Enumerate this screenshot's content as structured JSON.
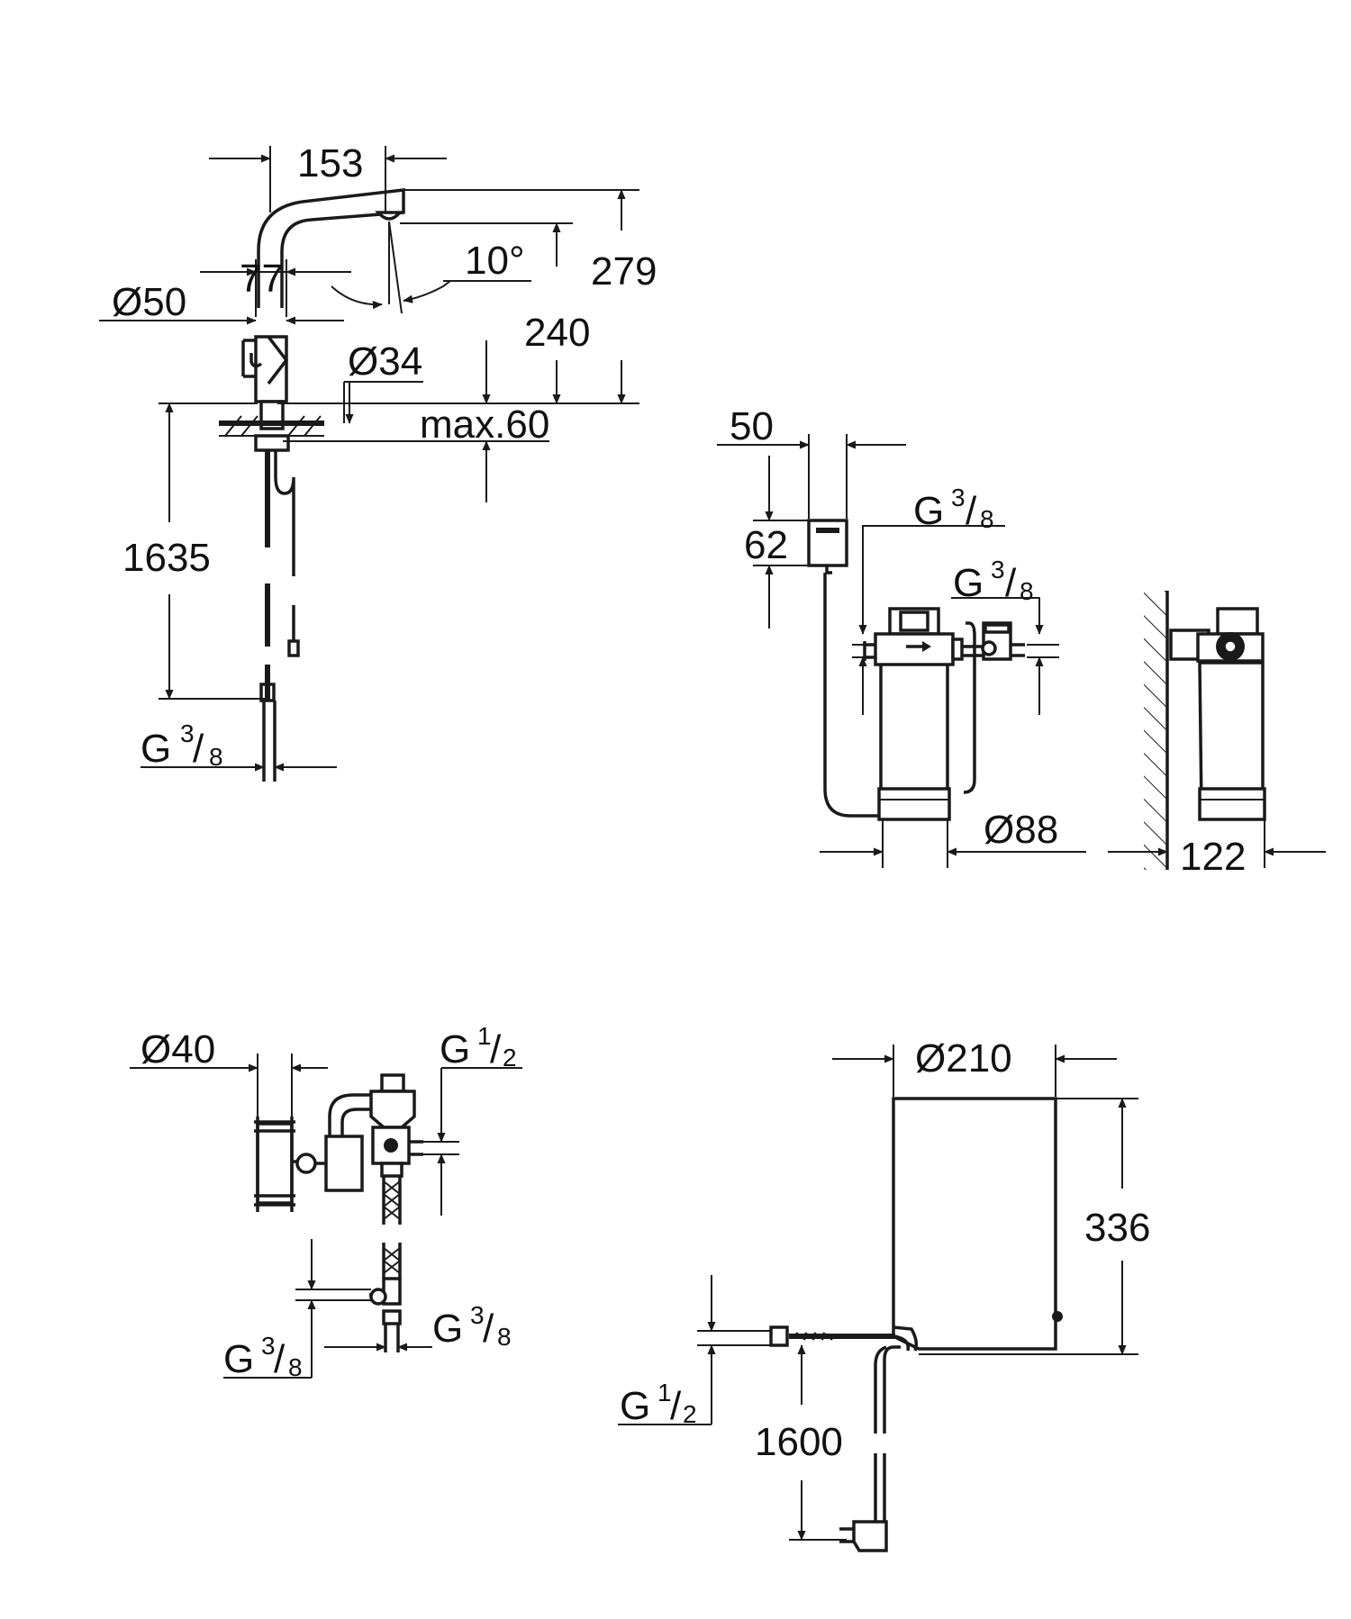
{
  "faucet": {
    "spout_reach": "153",
    "height_total": "279",
    "spout_height": "240",
    "swivel_angle": "10°",
    "body_width": "77",
    "base_diameter": "Ø50",
    "hole_diameter": "Ø34",
    "max_countertop": "max.60",
    "hose_length": "1635",
    "connection": {
      "g": "G",
      "num": "3",
      "den": "8"
    }
  },
  "filter": {
    "head_width": "50",
    "head_height": "62",
    "outlet": {
      "g": "G",
      "num": "3",
      "den": "8"
    },
    "inlet": {
      "g": "G",
      "num": "3",
      "den": "8"
    },
    "diameter": "Ø88",
    "wall_depth": "122"
  },
  "valve": {
    "diameter": "Ø40",
    "top_connection": {
      "g": "G",
      "num": "1",
      "den": "2"
    },
    "left_connection": {
      "g": "G",
      "num": "3",
      "den": "8"
    },
    "right_connection": {
      "g": "G",
      "num": "3",
      "den": "8"
    }
  },
  "boiler": {
    "diameter": "Ø210",
    "height": "336",
    "connection": {
      "g": "G",
      "num": "1",
      "den": "2"
    },
    "cable_length": "1600"
  }
}
